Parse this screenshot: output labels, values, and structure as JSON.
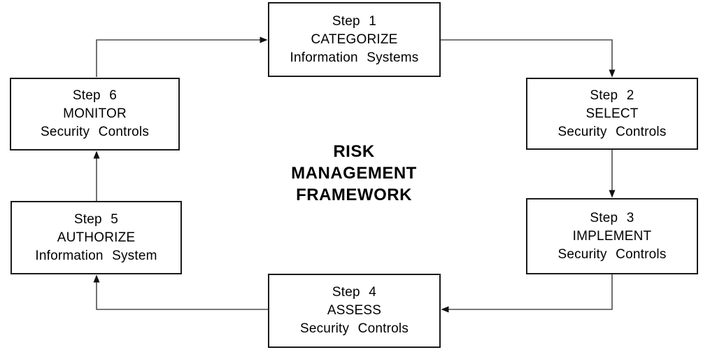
{
  "diagram": {
    "title_lines": [
      "RISK",
      "MANAGEMENT",
      "FRAMEWORK"
    ],
    "steps": [
      {
        "step": "Step 1",
        "action": "CATEGORIZE",
        "object": "Information Systems"
      },
      {
        "step": "Step 2",
        "action": "SELECT",
        "object": "Security Controls"
      },
      {
        "step": "Step 3",
        "action": "IMPLEMENT",
        "object": "Security Controls"
      },
      {
        "step": "Step 4",
        "action": "ASSESS",
        "object": "Security Controls"
      },
      {
        "step": "Step 5",
        "action": "AUTHORIZE",
        "object": "Information System"
      },
      {
        "step": "Step 6",
        "action": "MONITOR",
        "object": "Security Controls"
      }
    ],
    "connections": [
      {
        "from": "Step 1",
        "to": "Step 2"
      },
      {
        "from": "Step 2",
        "to": "Step 3"
      },
      {
        "from": "Step 3",
        "to": "Step 4"
      },
      {
        "from": "Step 4",
        "to": "Step 5"
      },
      {
        "from": "Step 5",
        "to": "Step 6"
      },
      {
        "from": "Step 6",
        "to": "Step 1"
      }
    ]
  },
  "colors": {
    "box_border": "#1a1a1a",
    "connector": "#4f4f4f",
    "arrowhead": "#111111",
    "text": "#000000",
    "bg": "#ffffff"
  }
}
